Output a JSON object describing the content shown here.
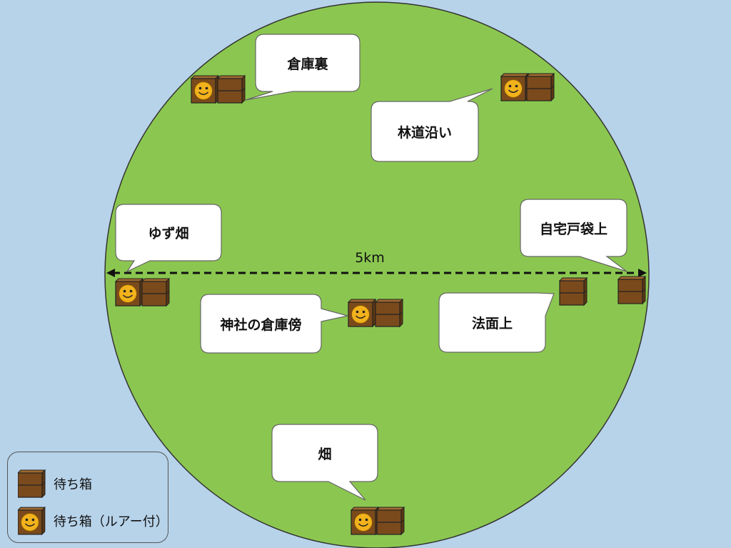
{
  "scale": {
    "label": "5km"
  },
  "places": [
    {
      "id": "souko-ura",
      "label": "倉庫裏",
      "boxes": [
        "lure",
        "plain"
      ]
    },
    {
      "id": "rindou",
      "label": "林道沿い",
      "boxes": [
        "lure",
        "plain"
      ]
    },
    {
      "id": "yuzu",
      "label": "ゆず畑",
      "boxes": [
        "lure",
        "plain"
      ]
    },
    {
      "id": "jitaku",
      "label": "自宅戸袋上",
      "boxes": [
        "plain"
      ]
    },
    {
      "id": "jinja",
      "label": "神社の倉庫傍",
      "boxes": [
        "lure",
        "plain"
      ]
    },
    {
      "id": "norimen",
      "label": "法面上",
      "boxes": [
        "plain"
      ]
    },
    {
      "id": "hatake",
      "label": "畑",
      "boxes": [
        "lure",
        "plain"
      ]
    }
  ],
  "legend": {
    "plain_label": "待ち箱",
    "lure_label": "待ち箱（ルアー付）"
  },
  "colors": {
    "background": "#b7d3ea",
    "field": "#8bc750",
    "box": "#7a4a1c",
    "face": "#f2b21c"
  }
}
